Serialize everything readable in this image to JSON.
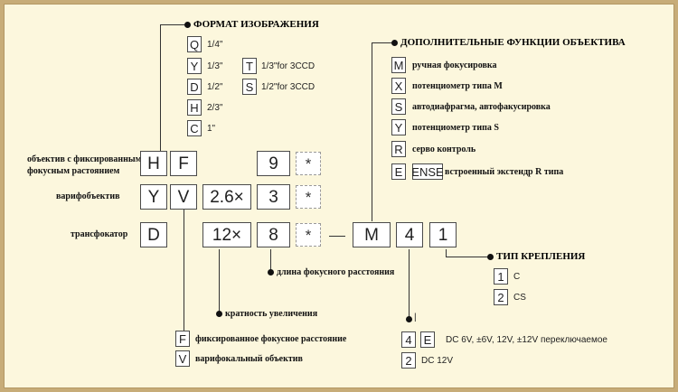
{
  "colors": {
    "outer_background": "#c7ac78",
    "panel_background": "#fcf7dd",
    "box_border": "#4a4a4a",
    "dashed_border": "#9a9a9a",
    "text": "#1a1a1a"
  },
  "headings": {
    "image_format": "ФОРМАТ ИЗОБРАЖЕНИЯ",
    "extra_functions": "ДОПОЛНИТЕЛЬНЫЕ ФУНКЦИИ ОБЪЕКТИВА",
    "mount_type": "ТИП КРЕПЛЕНИЯ"
  },
  "image_format_options": [
    {
      "code": "Q",
      "text": "1/4\""
    },
    {
      "code": "Y",
      "text": "1/3\""
    },
    {
      "code": "D",
      "text": "1/2\""
    },
    {
      "code": "H",
      "text": "2/3\""
    },
    {
      "code": "C",
      "text": "1\""
    }
  ],
  "ccd_options": [
    {
      "code": "T",
      "text": "1/3\"for 3CCD"
    },
    {
      "code": "S",
      "text": "1/2\"for 3CCD"
    }
  ],
  "extra_function_options": [
    {
      "code": "M",
      "text": "ручная фокусировка"
    },
    {
      "code": "X",
      "text": "потенциометр типа M"
    },
    {
      "code": "S",
      "text": "автодиафрагма, автофакусировка"
    },
    {
      "code": "Y",
      "text": "потенциометр типа S"
    },
    {
      "code": "R",
      "text": "серво контроль"
    },
    {
      "code": "E",
      "code2": "ENSE",
      "text": "встроенный экстендр R типа"
    }
  ],
  "rows": [
    {
      "label": "объектив с фиксированным фокусным растоянием",
      "label_line1": "объектив с фиксированным",
      "label_line2": "фокусным растоянием",
      "c1": "H",
      "c2": "F",
      "c3": "",
      "c4": "9",
      "c5": "*"
    },
    {
      "label": "варифобъектив",
      "c1": "Y",
      "c2": "V",
      "c3": "2.6×",
      "c4": "3",
      "c5": "*"
    },
    {
      "label": "трансфокатор",
      "c1": "D",
      "c2": "",
      "c3": "12×",
      "c4": "8",
      "c5": "*",
      "c6": "M",
      "c7": "4",
      "c8": "1"
    }
  ],
  "annotations": {
    "focal_length": "длина фокусного расстояния",
    "zoom_ratio": "кратность увеличения",
    "supply_tick": "|"
  },
  "mount_options": [
    {
      "code": "1",
      "text": "C"
    },
    {
      "code": "2",
      "text": "CS"
    }
  ],
  "focal_type_options": [
    {
      "code": "F",
      "text": "фиксированное фокусное расстояние"
    },
    {
      "code": "V",
      "text": "варифокальный объектив"
    }
  ],
  "iris_options": [
    {
      "code": "4",
      "code2": "E",
      "text": "DC 6V, ±6V, 12V, ±12V переключаемое"
    },
    {
      "code": "2",
      "text": "DC 12V"
    }
  ]
}
